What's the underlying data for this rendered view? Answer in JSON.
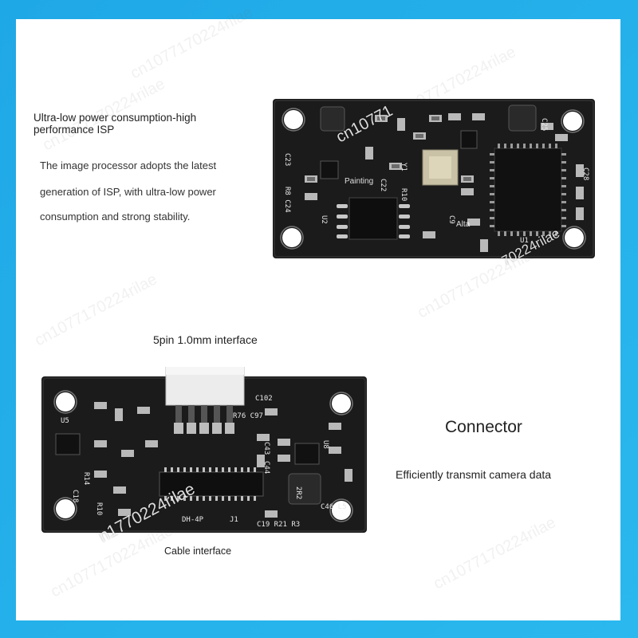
{
  "top_section": {
    "heading": "Ultra-low power consumption-high performance ISP",
    "description_lines": [
      "The image processor adopts the latest",
      "generation of ISP, with ultra-low power",
      "consumption and strong stability."
    ]
  },
  "bottom_section": {
    "interface_label": "5pin 1.0mm interface",
    "cable_label": "Cable interface",
    "connector_title": "Connector",
    "connector_description": "Efficiently transmit camera data"
  },
  "watermarks": {
    "store_id": "cn1077170224rilae",
    "store_id_short": "cn10771",
    "store_id_tail": "70224rilae",
    "store_id_bottom": "n1770224rilae",
    "overlay_a": "Painting",
    "overlay_b": "Alta"
  },
  "colors": {
    "background": "#2ab8ee",
    "panel": "#ffffff",
    "pcb": "#1b1b1b",
    "silkscreen": "#e8e8e8"
  }
}
